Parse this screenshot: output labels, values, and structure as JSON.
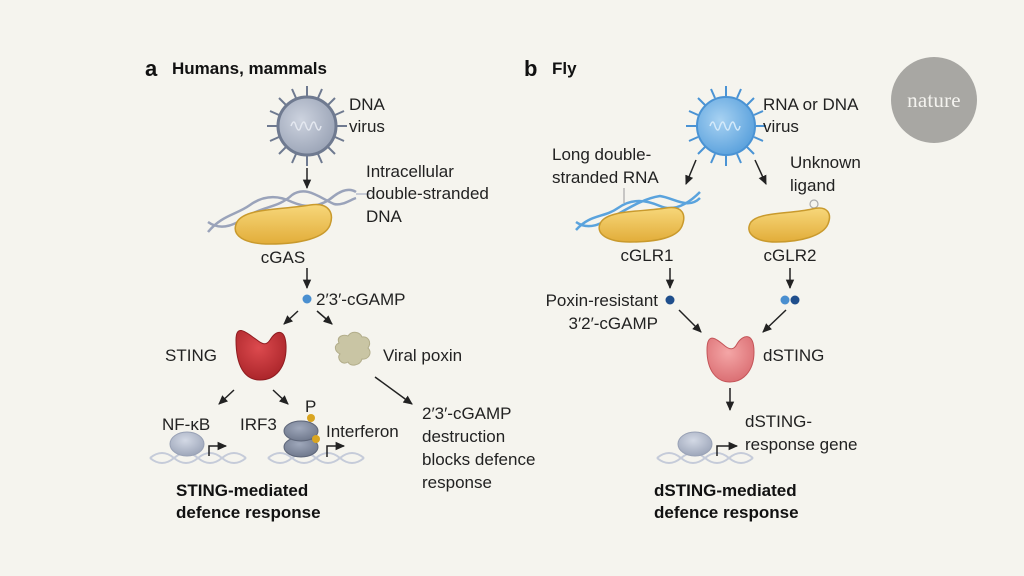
{
  "panel_a": {
    "letter": "a",
    "title": "Humans, mammals",
    "virus_label": [
      "DNA",
      "virus"
    ],
    "dsdna_label": [
      "Intracellular",
      "double-stranded",
      "DNA"
    ],
    "sensor_label": "cGAS",
    "messenger_label": "2′3′-cGAMP",
    "sting_label": "STING",
    "poxin_label": "Viral poxin",
    "nfkb_label": "NF-κB",
    "irf3_label": "IRF3",
    "phospho_label": "P",
    "interferon_label": "Interferon",
    "poxin_effect_label": [
      "2′3′-cGAMP",
      "destruction",
      "blocks defence",
      "response"
    ],
    "outcome_label": [
      "STING-mediated",
      "defence response"
    ]
  },
  "panel_b": {
    "letter": "b",
    "title": "Fly",
    "virus_label": [
      "RNA or DNA",
      "virus"
    ],
    "dsrna_label": [
      "Long double-",
      "stranded RNA"
    ],
    "ligand_label": [
      "Unknown",
      "ligand"
    ],
    "sensor1_label": "cGLR1",
    "sensor2_label": "cGLR2",
    "messenger_label": [
      "Poxin-resistant",
      "3′2′-cGAMP"
    ],
    "sting_label": "dSTING",
    "gene_label": [
      "dSTING-",
      "response gene"
    ],
    "outcome_label": [
      "dSTING-mediated",
      "defence response"
    ]
  },
  "logo": {
    "text": "nature"
  },
  "colors": {
    "background": "#f5f4ee",
    "dna_virus": "#b4bccb",
    "rna_virus": "#7fb8e6",
    "enzyme": "#f0c65a",
    "sting": "#c8353a",
    "dsting": "#e98a8c",
    "poxin": "#c9c5a4",
    "messenger_light": "#4a8fd0",
    "messenger_dark": "#1f4e8c",
    "tf": "#b7bfd0",
    "phosphate": "#d9a521",
    "logo": "#a8a7a3"
  }
}
